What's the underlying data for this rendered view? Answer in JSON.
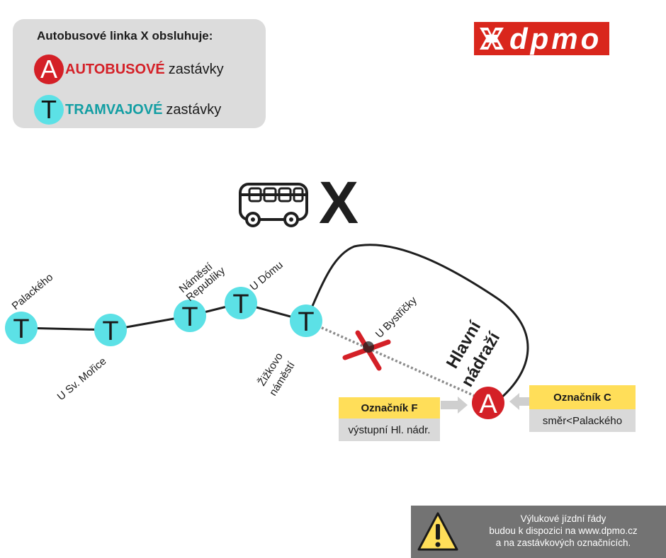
{
  "legend": {
    "title": "Autobusové linka X obsluhuje:",
    "bus_icon_letter": "A",
    "bus_keyword": "AUTOBUSOVÉ",
    "bus_rest": "zastávky",
    "tram_icon_letter": "T",
    "tram_keyword": "TRAMVAJOVÉ",
    "tram_rest": "zastávky"
  },
  "logo": {
    "text": "dpmo"
  },
  "line": {
    "letter": "X"
  },
  "stops": {
    "tram_letter": "T",
    "bus_letter": "A",
    "palackeho": "Palackého",
    "u_sv_morice": "U Sv. Mořice",
    "namesti_republiky_1": "Náměstí",
    "namesti_republiky_2": "Republiky",
    "u_domu": "U Dómu",
    "zizkovo_namesti_1": "Žižkovo",
    "zizkovo_namesti_2": "náměstí",
    "u_bystricky": "U Bystřičky",
    "hlavni_nadrazi_1": "Hlavní",
    "hlavni_nadrazi_2": "nádraží"
  },
  "oznacnik_f": {
    "title": "Označník F",
    "note": "výstupní Hl. nádr."
  },
  "oznacnik_c": {
    "title": "Označník C",
    "note": "směr<Palackého"
  },
  "notice": {
    "line1": "Výlukové jízdní řády",
    "line2": "budou k dispozici na www.dpmo.cz",
    "line3": "a na zastávkových označnících."
  },
  "colors": {
    "bus_red": "#d42027",
    "tram_cyan": "#5ce1e6",
    "tram_text": "#139ea3",
    "label_yellow": "#ffde59",
    "logo_red": "#d9261c"
  }
}
